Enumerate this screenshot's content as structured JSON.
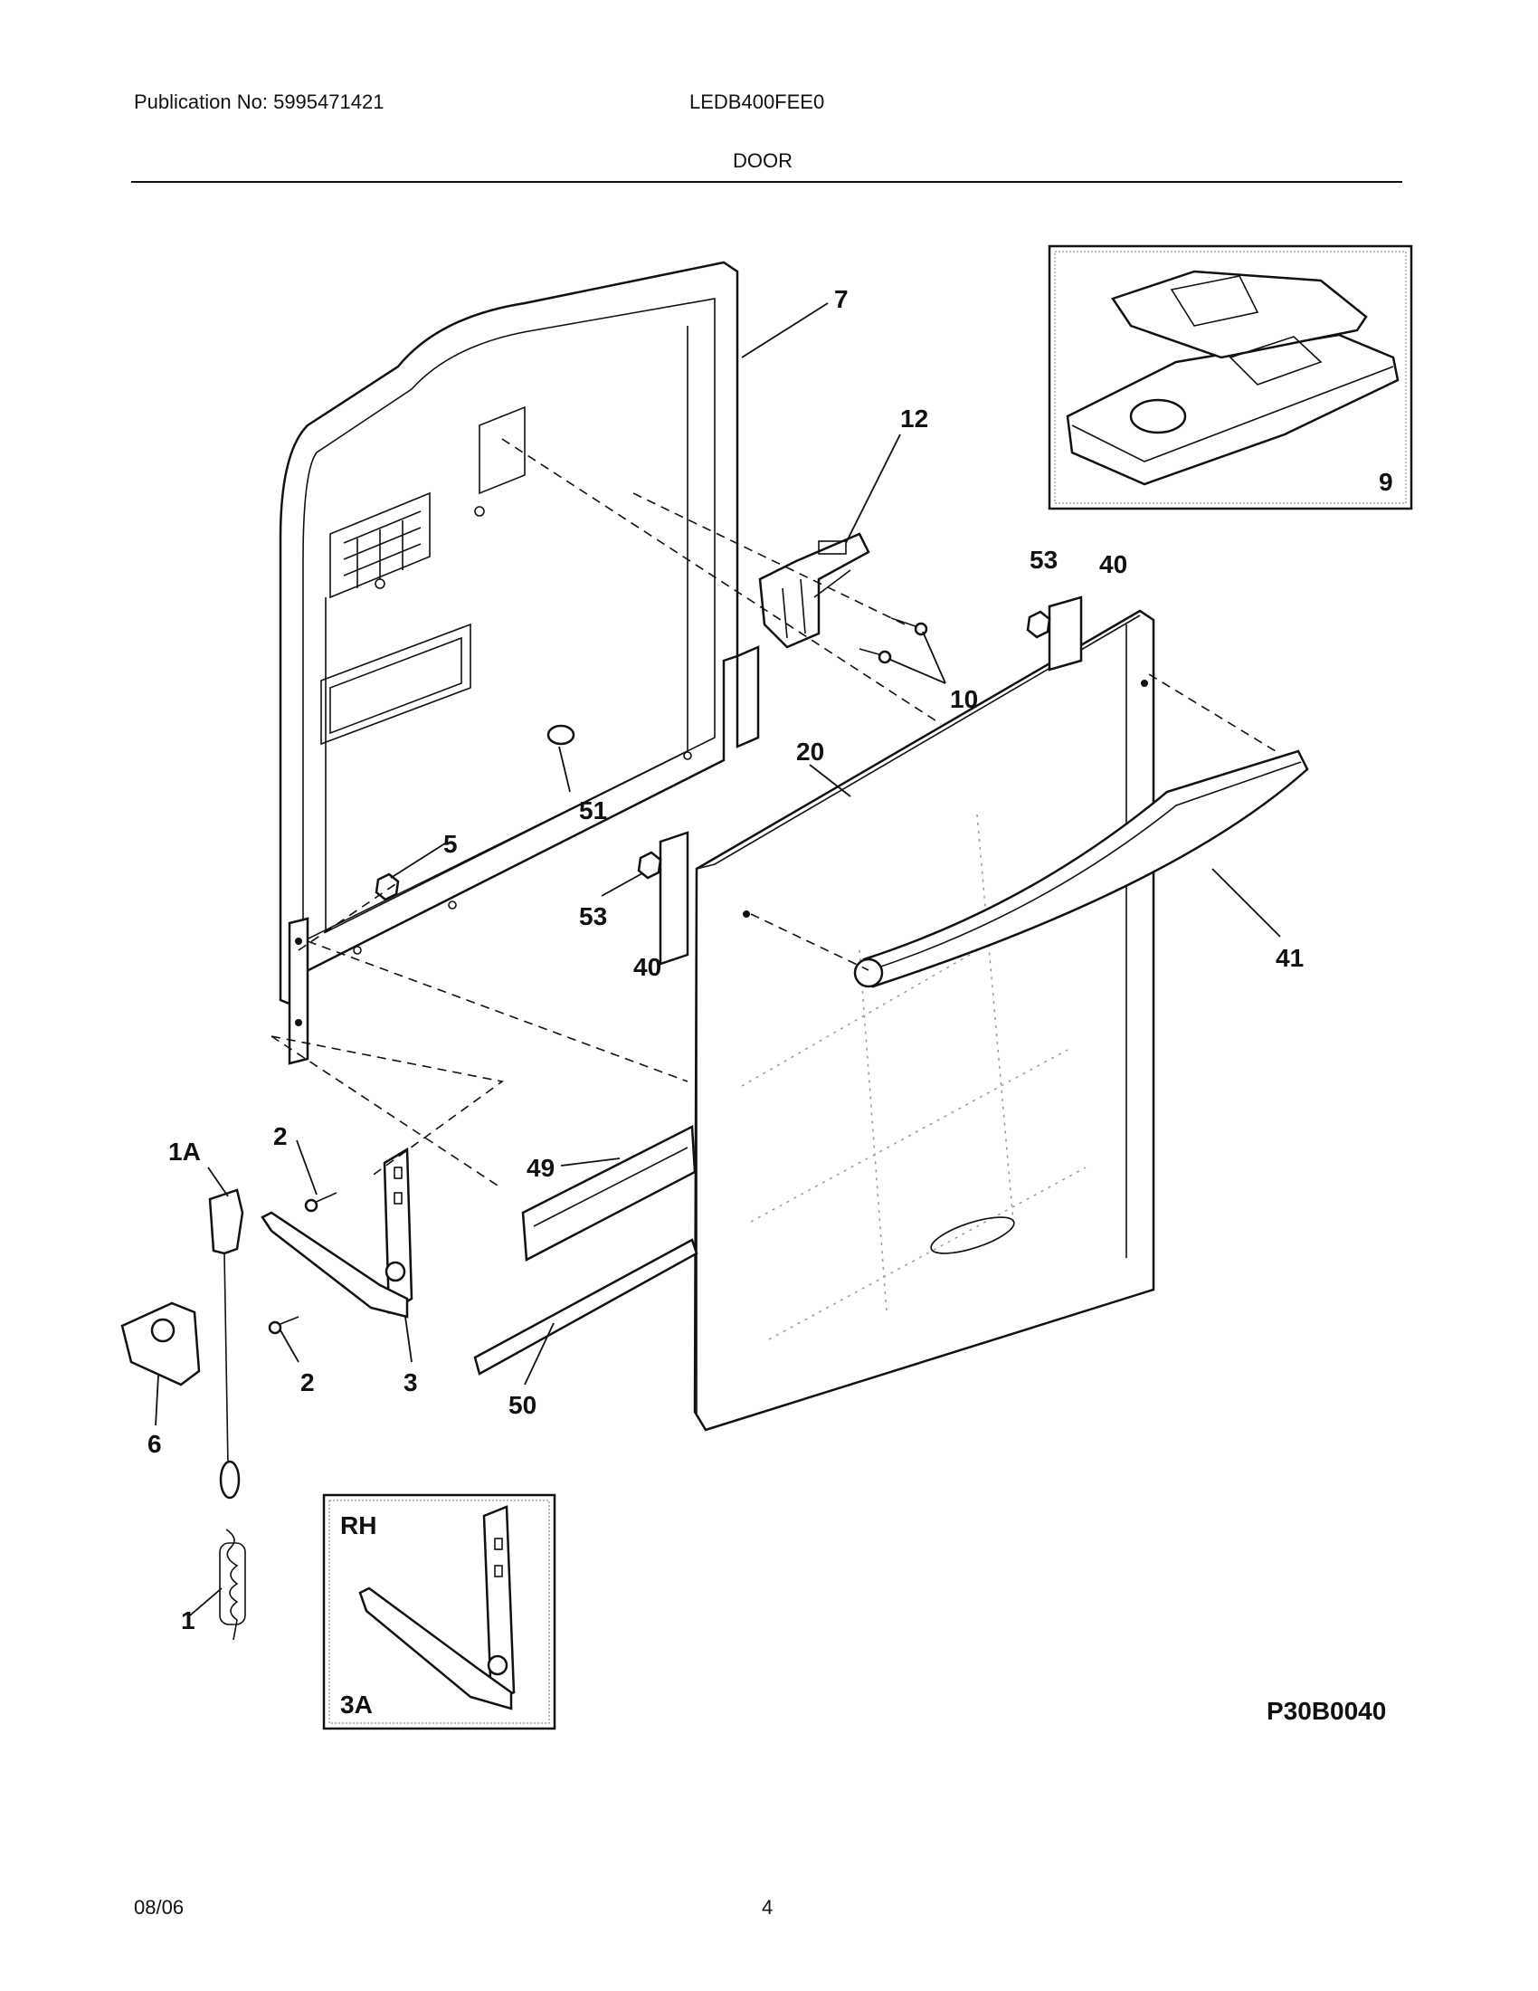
{
  "header": {
    "publication": "Publication No: 5995471421",
    "model": "LEDB400FEE0",
    "section": "DOOR"
  },
  "diagram": {
    "code": "P30B0040",
    "inset_rh_label": "RH",
    "inset_rh_part": "3A",
    "callouts": {
      "c7": "7",
      "c12": "12",
      "c9": "9",
      "c53a": "53",
      "c40a": "40",
      "c10": "10",
      "c20": "20",
      "c51": "51",
      "c5": "5",
      "c53b": "53",
      "c40b": "40",
      "c41": "41",
      "c1a": "1A",
      "c2a": "2",
      "c49": "49",
      "c2b": "2",
      "c3": "3",
      "c50": "50",
      "c6": "6",
      "c1": "1"
    }
  },
  "footer": {
    "date": "08/06",
    "page": "4"
  }
}
